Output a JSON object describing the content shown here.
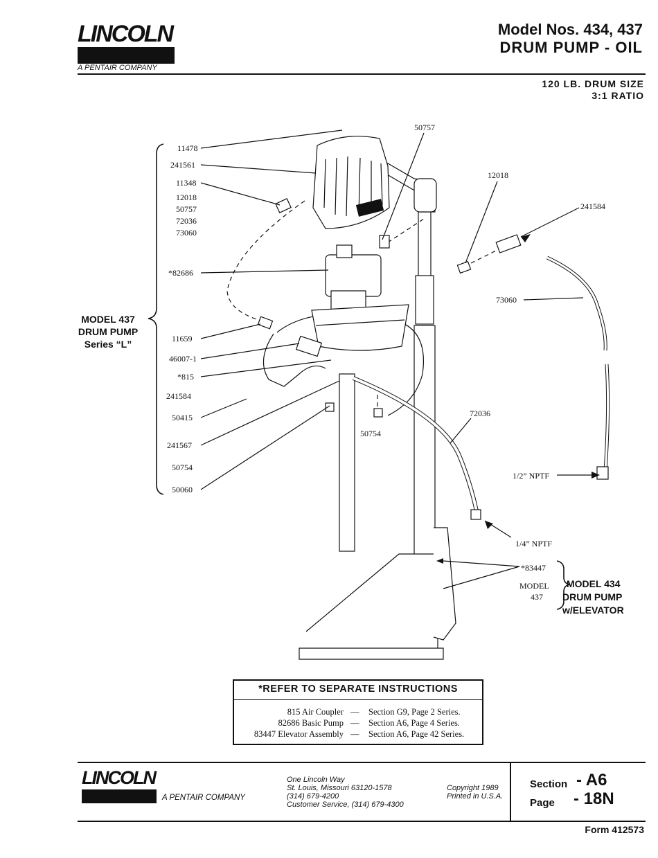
{
  "header": {
    "brand": "LINCOLN",
    "brand_tagline": "A PENTAIR COMPANY",
    "title_line1": "Model Nos. 434, 437",
    "title_line2": "DRUM PUMP - OIL",
    "spec_line1": "120 LB. DRUM SIZE",
    "spec_line2": "3:1 RATIO"
  },
  "diagram": {
    "left_labels": [
      "11478",
      "241561",
      "11348",
      "12018",
      "50757",
      "72036",
      "73060",
      "*82686",
      "11659",
      "46007-1",
      "*815",
      "241584",
      "50415",
      "241567",
      "50754",
      "50060"
    ],
    "group_label_437": [
      "MODEL 437",
      "DRUM PUMP",
      "Series “L”"
    ],
    "callouts": {
      "top_50757": "50757",
      "right_12018": "12018",
      "right_241584": "241584",
      "right_73060": "73060",
      "mid_50754": "50754",
      "mid_72036": "72036",
      "half_nptf": "1/2” NPTF",
      "quarter_nptf": "1/4” NPTF",
      "elev_83447": "*83447",
      "elev_model": "MODEL",
      "elev_437": "437"
    },
    "group_label_434": [
      "MODEL 434",
      "DRUM PUMP",
      "w/ELEVATOR"
    ]
  },
  "note_box": {
    "heading": "*REFER TO SEPARATE INSTRUCTIONS",
    "rows": [
      {
        "part": "815 Air Coupler",
        "ref": "Section G9, Page  2 Series."
      },
      {
        "part": "82686 Basic Pump",
        "ref": "Section A6, Page  4 Series."
      },
      {
        "part": "83447 Elevator Assembly",
        "ref": "Section A6, Page 42 Series."
      }
    ]
  },
  "footer": {
    "brand": "LINCOLN",
    "brand_tagline": "A PENTAIR COMPANY",
    "address": [
      "One Lincoln Way",
      "St. Louis, Missouri 63120-1578",
      "(314) 679-4200",
      "Customer Service, (314) 679-4300"
    ],
    "copyright": "Copyright 1989",
    "printed": "Printed in U.S.A.",
    "section_label": "Section",
    "section_value": "- A6",
    "page_label": "Page",
    "page_value": "- 18N",
    "form": "Form 412573"
  }
}
